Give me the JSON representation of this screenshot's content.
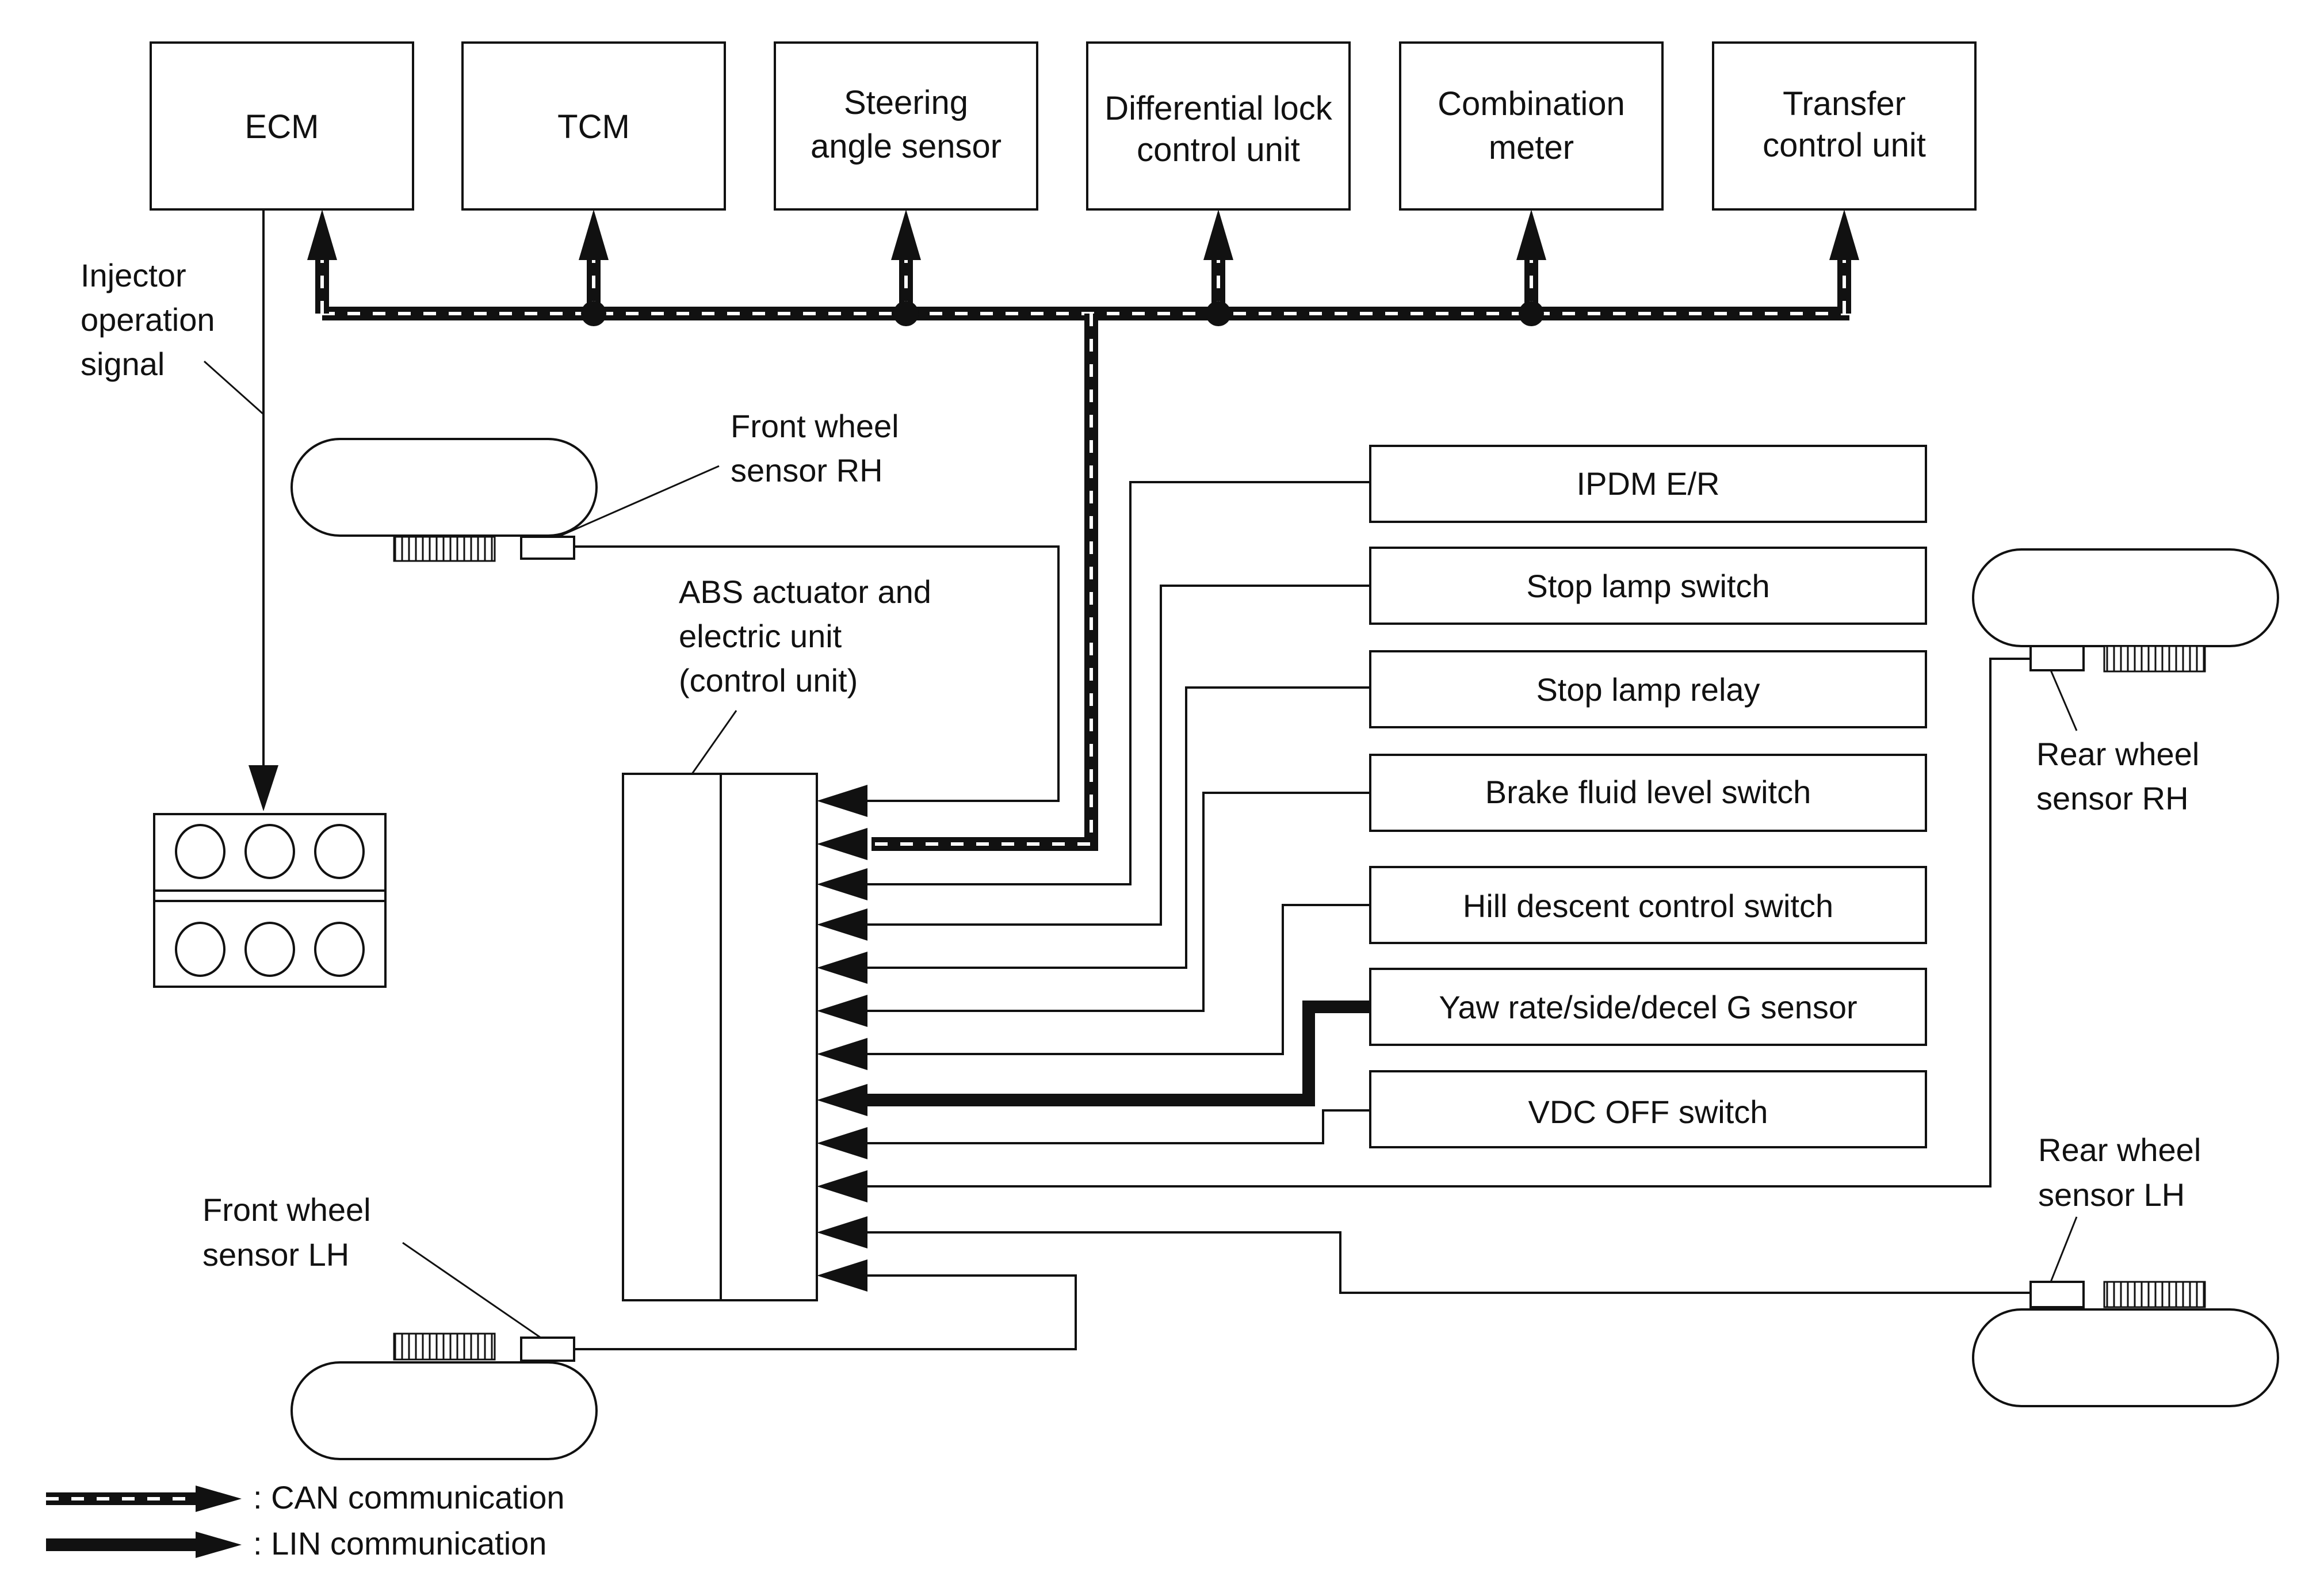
{
  "top_units": [
    {
      "id": "ecm",
      "lines": [
        "ECM"
      ]
    },
    {
      "id": "tcm",
      "lines": [
        "TCM"
      ]
    },
    {
      "id": "steering-angle-sensor",
      "lines": [
        "Steering",
        "angle sensor"
      ]
    },
    {
      "id": "differential-lock-control-unit",
      "lines": [
        "Differential lock",
        "control unit"
      ]
    },
    {
      "id": "combination-meter",
      "lines": [
        "Combination",
        "meter"
      ]
    },
    {
      "id": "transfer-control-unit",
      "lines": [
        "Transfer",
        "control unit"
      ]
    }
  ],
  "right_inputs": [
    {
      "id": "ipdm-er",
      "label": "IPDM E/R"
    },
    {
      "id": "stop-lamp-switch",
      "label": "Stop lamp switch"
    },
    {
      "id": "stop-lamp-relay",
      "label": "Stop lamp relay"
    },
    {
      "id": "brake-fluid-level-switch",
      "label": "Brake fluid level switch"
    },
    {
      "id": "hill-descent-control-switch",
      "label": "Hill descent control switch"
    },
    {
      "id": "yaw-rate-side-decel-g-sensor",
      "label": "Yaw rate/side/decel G sensor"
    },
    {
      "id": "vdc-off-switch",
      "label": "VDC OFF switch"
    }
  ],
  "labels": {
    "injector_signal": [
      "Injector",
      "operation",
      "signal"
    ],
    "abs_unit": [
      "ABS actuator and",
      "electric unit",
      "(control unit)"
    ],
    "front_wheel_rh": [
      "Front wheel",
      "sensor RH"
    ],
    "front_wheel_lh": [
      "Front wheel",
      "sensor LH"
    ],
    "rear_wheel_rh": [
      "Rear wheel",
      "sensor RH"
    ],
    "rear_wheel_lh": [
      "Rear wheel",
      "sensor LH"
    ]
  },
  "legend": {
    "can": ": CAN communication",
    "lin": ": LIN communication"
  }
}
